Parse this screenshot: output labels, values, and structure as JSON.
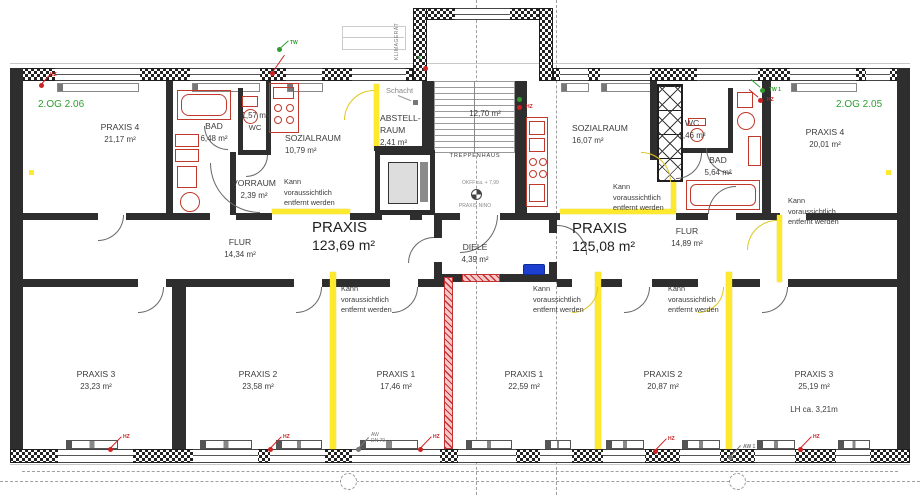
{
  "floor_labels": {
    "left": "2.OG 2.06",
    "right": "2.OG 2.05"
  },
  "units": {
    "left": {
      "name": "PRAXIS",
      "area": "123,69 m²"
    },
    "right": {
      "name": "PRAXIS",
      "area": "125,08 m²"
    }
  },
  "rooms": {
    "praxis4_left": {
      "name": "PRAXIS 4",
      "area": "21,17 m²"
    },
    "bad_left": {
      "name": "BAD",
      "area": "6,48 m²"
    },
    "wc_left": {
      "name": "WC",
      "area": "1,57 m²"
    },
    "vorraum": {
      "name": "VORRAUM",
      "area": "2,39 m²"
    },
    "sozialraum_left": {
      "name": "SOZIALRAUM",
      "area": "10,79 m²"
    },
    "abstellraum": {
      "name": "ABSTELL-RAUM",
      "area": "2,41 m²"
    },
    "flur_left": {
      "name": "FLUR",
      "area": "14,34 m²"
    },
    "treppenhaus": {
      "name": "TREPPENHAUS",
      "area": "12,70 m²"
    },
    "diele": {
      "name": "DIELE",
      "area": "4,39 m²"
    },
    "sozialraum_right": {
      "name": "SOZIALRAUM",
      "area": "16,07 m²"
    },
    "wc_right": {
      "name": "WC",
      "area": "1,46 m²"
    },
    "bad_right": {
      "name": "BAD",
      "area": "5,64 m²"
    },
    "praxis4_right": {
      "name": "PRAXIS 4",
      "area": "20,01 m²"
    },
    "flur_right": {
      "name": "FLUR",
      "area": "14,89 m²"
    },
    "praxis3_left": {
      "name": "PRAXIS 3",
      "area": "23,23 m²"
    },
    "praxis2_left": {
      "name": "PRAXIS 2",
      "area": "23,58 m²"
    },
    "praxis1_left": {
      "name": "PRAXIS 1",
      "area": "17,46 m²"
    },
    "praxis1_right": {
      "name": "PRAXIS 1",
      "area": "22,59 m²"
    },
    "praxis2_right": {
      "name": "PRAXIS 2",
      "area": "20,87 m²"
    },
    "praxis3_right": {
      "name": "PRAXIS 3",
      "area": "25,19 m²"
    }
  },
  "notes": {
    "removable": "Kann voraussichtlich entfernt werden",
    "schacht": "Schacht",
    "klimageraet": "KLIMAGERÄT",
    "level": "OKFF ca. + 7,99",
    "praxis_nino": "PRAXIS NINO",
    "ceiling_height": "LH  ca. 3,21m"
  },
  "markers": {
    "hz": "HZ",
    "tw": "TW",
    "tw1": "TW 1",
    "aw1": "AW 1",
    "aw_dn": "AW DN 70"
  }
}
